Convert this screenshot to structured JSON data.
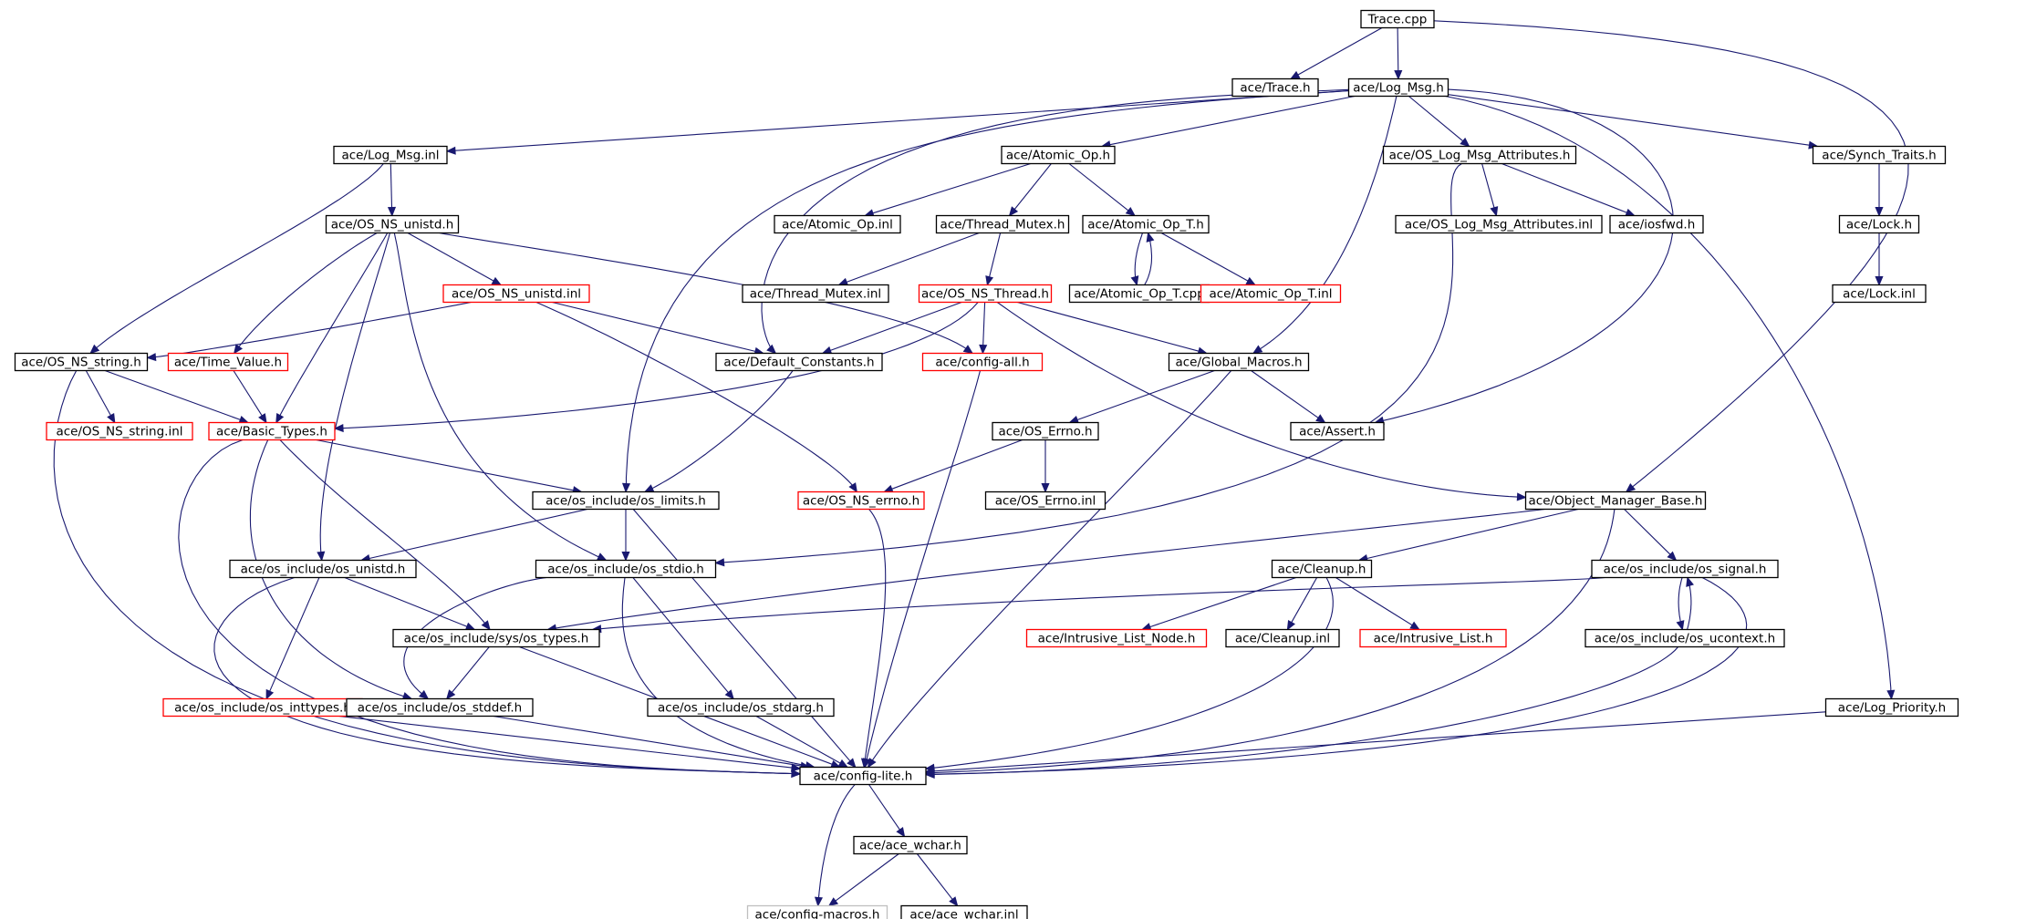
{
  "graph": {
    "colors": {
      "edge": "#191970",
      "normal_border": "#000000",
      "truncated_border": "#ff0000",
      "root_fill": "#bfbfbf",
      "root_border": "#000000",
      "external_border": "#bfbfbf"
    },
    "nodes": [
      {
        "id": "trace_cpp",
        "label": "Trace.cpp",
        "kind": "root"
      },
      {
        "id": "trace_h",
        "label": "ace/Trace.h",
        "kind": "normal"
      },
      {
        "id": "log_msg_h",
        "label": "ace/Log_Msg.h",
        "kind": "normal"
      },
      {
        "id": "log_msg_inl",
        "label": "ace/Log_Msg.inl",
        "kind": "normal"
      },
      {
        "id": "atomic_op_h",
        "label": "ace/Atomic_Op.h",
        "kind": "normal"
      },
      {
        "id": "os_log_msg_attr_h",
        "label": "ace/OS_Log_Msg_Attributes.h",
        "kind": "normal"
      },
      {
        "id": "synch_traits_h",
        "label": "ace/Synch_Traits.h",
        "kind": "normal"
      },
      {
        "id": "os_ns_unistd_h",
        "label": "ace/OS_NS_unistd.h",
        "kind": "normal"
      },
      {
        "id": "atomic_op_inl",
        "label": "ace/Atomic_Op.inl",
        "kind": "normal"
      },
      {
        "id": "thread_mutex_h",
        "label": "ace/Thread_Mutex.h",
        "kind": "normal"
      },
      {
        "id": "atomic_op_t_h",
        "label": "ace/Atomic_Op_T.h",
        "kind": "normal"
      },
      {
        "id": "os_log_msg_attr_inl",
        "label": "ace/OS_Log_Msg_Attributes.inl",
        "kind": "normal"
      },
      {
        "id": "iosfwd_h",
        "label": "ace/iosfwd.h",
        "kind": "normal"
      },
      {
        "id": "lock_h",
        "label": "ace/Lock.h",
        "kind": "normal"
      },
      {
        "id": "os_ns_unistd_inl",
        "label": "ace/OS_NS_unistd.inl",
        "kind": "truncated"
      },
      {
        "id": "thread_mutex_inl",
        "label": "ace/Thread_Mutex.inl",
        "kind": "normal"
      },
      {
        "id": "os_ns_thread_h",
        "label": "ace/OS_NS_Thread.h",
        "kind": "truncated"
      },
      {
        "id": "atomic_op_t_cpp",
        "label": "ace/Atomic_Op_T.cpp",
        "kind": "normal"
      },
      {
        "id": "atomic_op_t_inl",
        "label": "ace/Atomic_Op_T.inl",
        "kind": "truncated"
      },
      {
        "id": "lock_inl",
        "label": "ace/Lock.inl",
        "kind": "normal"
      },
      {
        "id": "os_ns_string_h",
        "label": "ace/OS_NS_string.h",
        "kind": "normal"
      },
      {
        "id": "time_value_h",
        "label": "ace/Time_Value.h",
        "kind": "truncated"
      },
      {
        "id": "default_constants_h",
        "label": "ace/Default_Constants.h",
        "kind": "normal"
      },
      {
        "id": "config_all_h",
        "label": "ace/config-all.h",
        "kind": "truncated"
      },
      {
        "id": "global_macros_h",
        "label": "ace/Global_Macros.h",
        "kind": "normal"
      },
      {
        "id": "os_ns_string_inl",
        "label": "ace/OS_NS_string.inl",
        "kind": "truncated"
      },
      {
        "id": "basic_types_h",
        "label": "ace/Basic_Types.h",
        "kind": "truncated"
      },
      {
        "id": "os_errno_h",
        "label": "ace/OS_Errno.h",
        "kind": "normal"
      },
      {
        "id": "assert_h",
        "label": "ace/Assert.h",
        "kind": "normal"
      },
      {
        "id": "os_limits_h",
        "label": "ace/os_include/os_limits.h",
        "kind": "normal"
      },
      {
        "id": "os_ns_errno_h",
        "label": "ace/OS_NS_errno.h",
        "kind": "truncated"
      },
      {
        "id": "os_errno_inl",
        "label": "ace/OS_Errno.inl",
        "kind": "normal"
      },
      {
        "id": "object_manager_base_h",
        "label": "ace/Object_Manager_Base.h",
        "kind": "normal"
      },
      {
        "id": "os_unistd_h",
        "label": "ace/os_include/os_unistd.h",
        "kind": "normal"
      },
      {
        "id": "os_stdio_h",
        "label": "ace/os_include/os_stdio.h",
        "kind": "normal"
      },
      {
        "id": "cleanup_h",
        "label": "ace/Cleanup.h",
        "kind": "normal"
      },
      {
        "id": "os_signal_h",
        "label": "ace/os_include/os_signal.h",
        "kind": "normal"
      },
      {
        "id": "os_types_h",
        "label": "ace/os_include/sys/os_types.h",
        "kind": "normal"
      },
      {
        "id": "intrusive_list_node_h",
        "label": "ace/Intrusive_List_Node.h",
        "kind": "truncated"
      },
      {
        "id": "cleanup_inl",
        "label": "ace/Cleanup.inl",
        "kind": "normal"
      },
      {
        "id": "intrusive_list_h",
        "label": "ace/Intrusive_List.h",
        "kind": "truncated"
      },
      {
        "id": "os_ucontext_h",
        "label": "ace/os_include/os_ucontext.h",
        "kind": "normal"
      },
      {
        "id": "os_inttypes_h",
        "label": "ace/os_include/os_inttypes.h",
        "kind": "truncated"
      },
      {
        "id": "os_stddef_h",
        "label": "ace/os_include/os_stddef.h",
        "kind": "normal"
      },
      {
        "id": "os_stdarg_h",
        "label": "ace/os_include/os_stdarg.h",
        "kind": "normal"
      },
      {
        "id": "log_priority_h",
        "label": "ace/Log_Priority.h",
        "kind": "normal"
      },
      {
        "id": "config_lite_h",
        "label": "ace/config-lite.h",
        "kind": "normal"
      },
      {
        "id": "ace_wchar_h",
        "label": "ace/ace_wchar.h",
        "kind": "normal"
      },
      {
        "id": "config_macros_h",
        "label": "ace/config-macros.h",
        "kind": "external"
      },
      {
        "id": "ace_wchar_inl",
        "label": "ace/ace_wchar.inl",
        "kind": "normal"
      }
    ],
    "edges": [
      [
        "trace_cpp",
        "trace_h"
      ],
      [
        "trace_cpp",
        "log_msg_h"
      ],
      [
        "trace_cpp",
        "object_manager_base_h"
      ],
      [
        "log_msg_h",
        "log_msg_inl"
      ],
      [
        "log_msg_h",
        "atomic_op_h"
      ],
      [
        "log_msg_h",
        "os_log_msg_attr_h"
      ],
      [
        "log_msg_h",
        "synch_traits_h"
      ],
      [
        "log_msg_h",
        "default_constants_h"
      ],
      [
        "log_msg_h",
        "global_macros_h"
      ],
      [
        "log_msg_h",
        "assert_h"
      ],
      [
        "log_msg_h",
        "os_limits_h"
      ],
      [
        "log_msg_h",
        "log_priority_h"
      ],
      [
        "log_msg_inl",
        "os_ns_unistd_h"
      ],
      [
        "log_msg_inl",
        "os_ns_string_h"
      ],
      [
        "atomic_op_h",
        "atomic_op_inl"
      ],
      [
        "atomic_op_h",
        "thread_mutex_h"
      ],
      [
        "atomic_op_h",
        "atomic_op_t_h"
      ],
      [
        "os_log_msg_attr_h",
        "os_log_msg_attr_inl"
      ],
      [
        "os_log_msg_attr_h",
        "iosfwd_h"
      ],
      [
        "os_log_msg_attr_h",
        "os_stdio_h"
      ],
      [
        "synch_traits_h",
        "lock_h"
      ],
      [
        "lock_h",
        "lock_inl"
      ],
      [
        "os_ns_unistd_h",
        "os_ns_unistd_inl"
      ],
      [
        "os_ns_unistd_h",
        "time_value_h"
      ],
      [
        "os_ns_unistd_h",
        "basic_types_h"
      ],
      [
        "os_ns_unistd_h",
        "config_all_h"
      ],
      [
        "os_ns_unistd_h",
        "os_unistd_h"
      ],
      [
        "os_ns_unistd_h",
        "os_stdio_h"
      ],
      [
        "os_ns_unistd_inl",
        "os_ns_string_h"
      ],
      [
        "os_ns_unistd_inl",
        "default_constants_h"
      ],
      [
        "os_ns_unistd_inl",
        "os_ns_errno_h"
      ],
      [
        "thread_mutex_h",
        "thread_mutex_inl"
      ],
      [
        "thread_mutex_h",
        "os_ns_thread_h"
      ],
      [
        "atomic_op_t_h",
        "atomic_op_t_cpp"
      ],
      [
        "atomic_op_t_cpp",
        "atomic_op_t_h"
      ],
      [
        "atomic_op_t_h",
        "atomic_op_t_inl"
      ],
      [
        "os_ns_thread_h",
        "default_constants_h"
      ],
      [
        "os_ns_thread_h",
        "config_all_h"
      ],
      [
        "os_ns_thread_h",
        "global_macros_h"
      ],
      [
        "os_ns_thread_h",
        "basic_types_h"
      ],
      [
        "os_ns_thread_h",
        "object_manager_base_h"
      ],
      [
        "os_ns_string_h",
        "os_ns_string_inl"
      ],
      [
        "os_ns_string_h",
        "basic_types_h"
      ],
      [
        "os_ns_string_h",
        "config_lite_h"
      ],
      [
        "time_value_h",
        "basic_types_h"
      ],
      [
        "default_constants_h",
        "os_limits_h"
      ],
      [
        "config_all_h",
        "config_lite_h"
      ],
      [
        "global_macros_h",
        "os_errno_h"
      ],
      [
        "global_macros_h",
        "assert_h"
      ],
      [
        "global_macros_h",
        "config_lite_h"
      ],
      [
        "basic_types_h",
        "os_limits_h"
      ],
      [
        "basic_types_h",
        "os_types_h"
      ],
      [
        "basic_types_h",
        "os_stddef_h"
      ],
      [
        "basic_types_h",
        "config_lite_h"
      ],
      [
        "os_errno_h",
        "os_ns_errno_h"
      ],
      [
        "os_errno_h",
        "os_errno_inl"
      ],
      [
        "os_limits_h",
        "os_unistd_h"
      ],
      [
        "os_limits_h",
        "os_stdio_h"
      ],
      [
        "os_limits_h",
        "config_lite_h"
      ],
      [
        "os_ns_errno_h",
        "config_lite_h"
      ],
      [
        "object_manager_base_h",
        "cleanup_h"
      ],
      [
        "object_manager_base_h",
        "os_signal_h"
      ],
      [
        "object_manager_base_h",
        "os_types_h"
      ],
      [
        "object_manager_base_h",
        "config_lite_h"
      ],
      [
        "os_unistd_h",
        "os_types_h"
      ],
      [
        "os_unistd_h",
        "os_inttypes_h"
      ],
      [
        "os_unistd_h",
        "config_lite_h"
      ],
      [
        "os_stdio_h",
        "os_stddef_h"
      ],
      [
        "os_stdio_h",
        "os_stdarg_h"
      ],
      [
        "os_stdio_h",
        "config_lite_h"
      ],
      [
        "cleanup_h",
        "intrusive_list_node_h"
      ],
      [
        "cleanup_h",
        "cleanup_inl"
      ],
      [
        "cleanup_h",
        "intrusive_list_h"
      ],
      [
        "cleanup_h",
        "config_lite_h"
      ],
      [
        "os_signal_h",
        "os_ucontext_h"
      ],
      [
        "os_ucontext_h",
        "os_signal_h"
      ],
      [
        "os_signal_h",
        "os_types_h"
      ],
      [
        "os_signal_h",
        "config_lite_h"
      ],
      [
        "os_ucontext_h",
        "config_lite_h"
      ],
      [
        "os_types_h",
        "os_stddef_h"
      ],
      [
        "os_types_h",
        "config_lite_h"
      ],
      [
        "os_inttypes_h",
        "config_lite_h"
      ],
      [
        "os_stddef_h",
        "config_lite_h"
      ],
      [
        "os_stdarg_h",
        "config_lite_h"
      ],
      [
        "log_priority_h",
        "config_lite_h"
      ],
      [
        "config_lite_h",
        "ace_wchar_h"
      ],
      [
        "config_lite_h",
        "config_macros_h"
      ],
      [
        "ace_wchar_h",
        "config_macros_h"
      ],
      [
        "ace_wchar_h",
        "ace_wchar_inl"
      ]
    ]
  }
}
